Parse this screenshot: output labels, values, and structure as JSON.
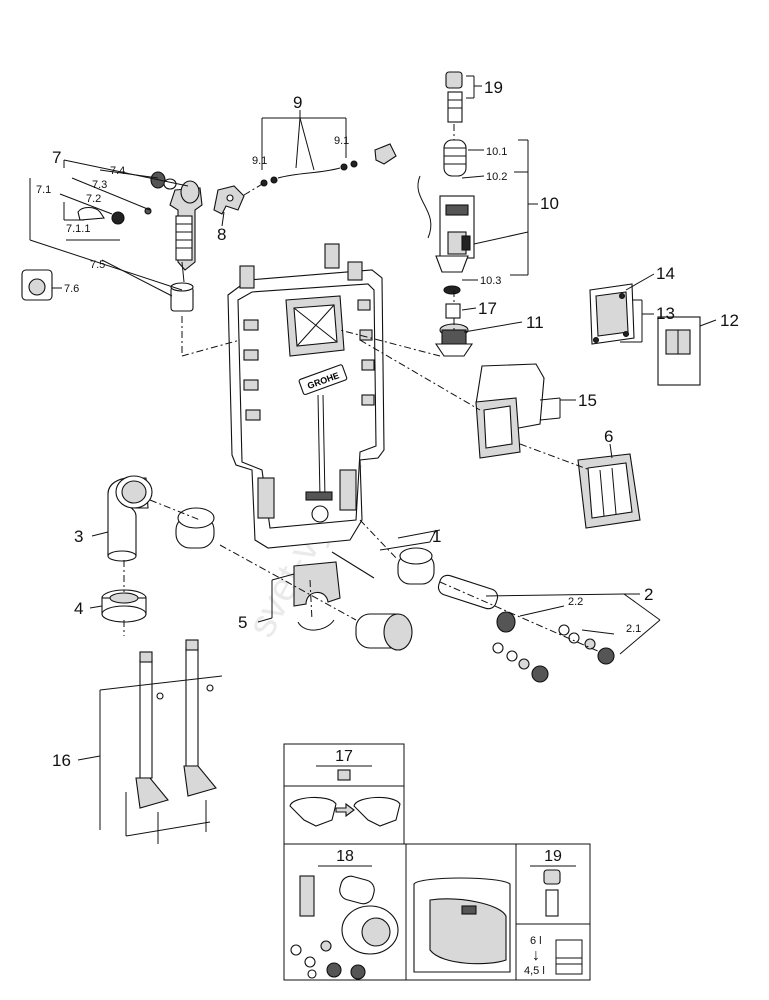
{
  "brand_logo": "GROHE",
  "watermark": "svet-vytidel",
  "callouts": {
    "c1": "1",
    "c2": "2",
    "c2_1": "2.1",
    "c2_2": "2.2",
    "c3": "3",
    "c4": "4",
    "c5": "5",
    "c6": "6",
    "c7": "7",
    "c7_1": "7.1",
    "c7_1_1": "7.1.1",
    "c7_2": "7.2",
    "c7_3": "7.3",
    "c7_4": "7.4",
    "c7_5": "7.5",
    "c7_6": "7.6",
    "c8": "8",
    "c9": "9",
    "c9_1a": "9.1",
    "c9_1b": "9.1",
    "c10": "10",
    "c10_1": "10.1",
    "c10_2": "10.2",
    "c10_3": "10.3",
    "c11": "11",
    "c12": "12",
    "c13": "13",
    "c14": "14",
    "c15": "15",
    "c16": "16",
    "c17": "17",
    "c19": "19"
  },
  "inset": {
    "box17_title": "17",
    "box18_title": "18",
    "box19_title": "19",
    "flush_high": "6 l",
    "flush_low": "4,5 l",
    "flush_arrow": "↓"
  },
  "colors": {
    "line": "#111111",
    "fill_gray": "#d8d8d8",
    "fill_dark": "#555555"
  }
}
